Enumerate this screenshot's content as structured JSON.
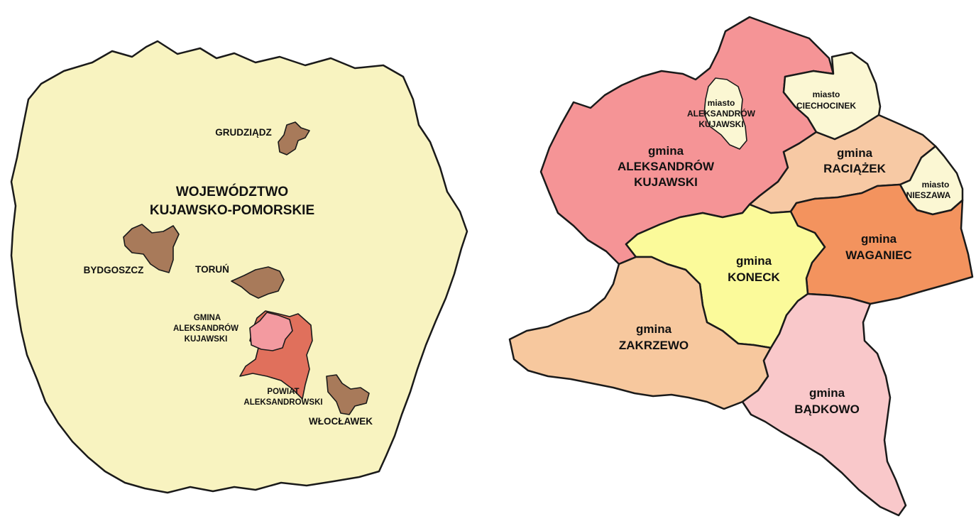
{
  "colors": {
    "voivodeship": "#f8f3c0",
    "city": "#a87a5a",
    "powiat": "#e0705c",
    "gmina_highlight": "#f39aa0",
    "aleksandrow_gmina": "#f59496",
    "miasto": "#fbf7d3",
    "raciazek": "#f7c9a4",
    "waganiec": "#f3935e",
    "koneck": "#fbfa9a",
    "zakrzewo": "#f7c89e",
    "badkowo": "#f9c8ca",
    "outline": "#1a1a1a"
  },
  "left_map": {
    "voivodeship_label": [
      "WOJEWÓDZTWO",
      "KUJAWSKO-POMORSKIE"
    ],
    "cities": {
      "grudziadz": "GRUDZIĄDZ",
      "bydgoszcz": "BYDGOSZCZ",
      "torun": "TORUŃ",
      "wloclawek": "WŁOCŁAWEK"
    },
    "gmina_label": [
      "GMINA",
      "ALEKSANDRÓW",
      "KUJAWSKI"
    ],
    "powiat_label": [
      "POWIAT",
      "ALEKSANDROWSKI"
    ]
  },
  "right_map": {
    "aleksandrow": [
      "gmina",
      "ALEKSANDRÓW",
      "KUJAWSKI"
    ],
    "miasto_aleksandrow": [
      "miasto",
      "ALEKSANDRÓW",
      "KUJAWSKI"
    ],
    "miasto_ciechocinek": [
      "miasto",
      "CIECHOCINEK"
    ],
    "raciazek": [
      "gmina",
      "RACIĄŻEK"
    ],
    "miasto_nieszawa": [
      "miasto",
      "NIESZAWA"
    ],
    "waganiec": [
      "gmina",
      "WAGANIEC"
    ],
    "koneck": [
      "gmina",
      "KONECK"
    ],
    "zakrzewo": [
      "gmina",
      "ZAKRZEWO"
    ],
    "badkowo": [
      "gmina",
      "BĄDKOWO"
    ]
  }
}
